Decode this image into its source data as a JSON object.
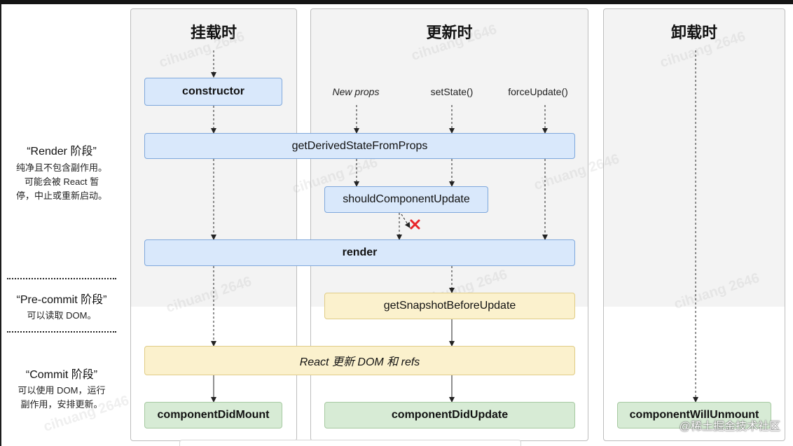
{
  "columns": {
    "mounting": "挂载时",
    "updating": "更新时",
    "unmounting": "卸载时"
  },
  "phases": {
    "render": {
      "title": "“Render 阶段”",
      "desc": [
        "纯净且不包含副作用。",
        "可能会被 React 暂",
        "停，中止或重新启动。"
      ]
    },
    "precommit": {
      "title": "“Pre-commit 阶段”",
      "desc": [
        "可以读取 DOM。"
      ]
    },
    "commit": {
      "title": "“Commit 阶段”",
      "desc": [
        "可以使用 DOM，运行",
        "副作用，安排更新。"
      ]
    }
  },
  "triggers": {
    "new_props": "New props",
    "set_state": "setState()",
    "force_update": "forceUpdate()"
  },
  "nodes": {
    "constructor": "constructor",
    "get_derived_state": "getDerivedStateFromProps",
    "should_update": "shouldComponentUpdate",
    "render": "render",
    "get_snapshot": "getSnapshotBeforeUpdate",
    "react_update_dom": "React 更新 DOM 和 refs",
    "did_mount": "componentDidMount",
    "did_update": "componentDidUpdate",
    "will_unmount": "componentWillUnmount"
  },
  "watermark": {
    "text": "cihuang 2646",
    "corner": "@稀土掘金技术社区"
  },
  "colors": {
    "render_phase": "#d9e8fb",
    "commit_phase": "#fbf1cd",
    "lifecycle_done": "#d7ebd5",
    "cancel": "#e8262b"
  }
}
